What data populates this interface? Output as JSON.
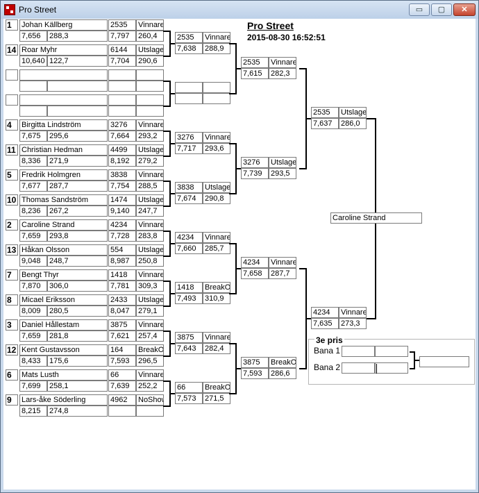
{
  "window": {
    "title": "Pro Street"
  },
  "header": {
    "title": "Pro Street",
    "datetime": "2015-08-30 16:52:51"
  },
  "titlebar_buttons": {
    "minimize": "▭",
    "maximize": "▢",
    "close": "✕"
  },
  "round1": [
    {
      "seed": "1",
      "name": "Johan Källberg",
      "rt": "7,656",
      "speed": "288,3",
      "dial": "2535",
      "result": "Vinnare",
      "et": "7,797",
      "mph": "260,4"
    },
    {
      "seed": "14",
      "name": "Roar Myhr",
      "rt": "10,640",
      "speed": "122,7",
      "dial": "6144",
      "result": "Utslagen",
      "et": "7,704",
      "mph": "290,6"
    },
    {
      "seed": "",
      "name": "",
      "rt": "",
      "speed": "",
      "dial": "",
      "result": "",
      "et": "",
      "mph": ""
    },
    {
      "seed": "",
      "name": "",
      "rt": "",
      "speed": "",
      "dial": "",
      "result": "",
      "et": "",
      "mph": ""
    },
    {
      "seed": "4",
      "name": "Birgitta Lindström",
      "rt": "7,675",
      "speed": "295,6",
      "dial": "3276",
      "result": "Vinnare",
      "et": "7,664",
      "mph": "293,2"
    },
    {
      "seed": "11",
      "name": "Christian Hedman",
      "rt": "8,336",
      "speed": "271,9",
      "dial": "4499",
      "result": "Utslagen",
      "et": "8,192",
      "mph": "279,2"
    },
    {
      "seed": "5",
      "name": "Fredrik Holmgren",
      "rt": "7,677",
      "speed": "287,7",
      "dial": "3838",
      "result": "Vinnare",
      "et": "7,754",
      "mph": "288,5"
    },
    {
      "seed": "10",
      "name": "Thomas Sandström",
      "rt": "8,236",
      "speed": "267,2",
      "dial": "1474",
      "result": "Utslagen",
      "et": "9,140",
      "mph": "247,7"
    },
    {
      "seed": "2",
      "name": "Caroline Strand",
      "rt": "7,659",
      "speed": "293,8",
      "dial": "4234",
      "result": "Vinnare",
      "et": "7,728",
      "mph": "283,8"
    },
    {
      "seed": "13",
      "name": "Håkan Olsson",
      "rt": "9,048",
      "speed": "248,7",
      "dial": "554",
      "result": "Utslagen",
      "et": "8,987",
      "mph": "250,8"
    },
    {
      "seed": "7",
      "name": "Bengt Thyr",
      "rt": "7,870",
      "speed": "306,0",
      "dial": "1418",
      "result": "Vinnare",
      "et": "7,781",
      "mph": "309,3"
    },
    {
      "seed": "8",
      "name": "Micael Eriksson",
      "rt": "8,009",
      "speed": "280,5",
      "dial": "2433",
      "result": "Utslagen",
      "et": "8,047",
      "mph": "279,1"
    },
    {
      "seed": "3",
      "name": "Daniel Hållestam",
      "rt": "7,659",
      "speed": "281,8",
      "dial": "3875",
      "result": "Vinnare",
      "et": "7,621",
      "mph": "257,4"
    },
    {
      "seed": "12",
      "name": "Kent Gustavsson",
      "rt": "8,433",
      "speed": "175,6",
      "dial": "164",
      "result": "BreakOut",
      "et": "7,593",
      "mph": "296,5"
    },
    {
      "seed": "6",
      "name": "Mats Lusth",
      "rt": "7,699",
      "speed": "258,1",
      "dial": "66",
      "result": "Vinnare",
      "et": "7,639",
      "mph": "252,2"
    },
    {
      "seed": "9",
      "name": "Lars-åke Söderling",
      "rt": "8,215",
      "speed": "274,8",
      "dial": "4962",
      "result": "NoShow",
      "et": "",
      "mph": ""
    }
  ],
  "round2": [
    {
      "dial": "2535",
      "result": "Vinnare",
      "et": "7,638",
      "mph": "288,9"
    },
    {
      "dial": "",
      "result": "",
      "et": "",
      "mph": ""
    },
    {
      "dial": "3276",
      "result": "Vinnare",
      "et": "7,717",
      "mph": "293,6"
    },
    {
      "dial": "3838",
      "result": "Utslagen",
      "et": "7,674",
      "mph": "290,8"
    },
    {
      "dial": "4234",
      "result": "Vinnare",
      "et": "7,660",
      "mph": "285,7"
    },
    {
      "dial": "1418",
      "result": "BreakOut",
      "et": "7,493",
      "mph": "310,9"
    },
    {
      "dial": "3875",
      "result": "Vinnare",
      "et": "7,643",
      "mph": "282,4"
    },
    {
      "dial": "66",
      "result": "BreakOut",
      "et": "7,573",
      "mph": "271,5"
    }
  ],
  "round3": [
    {
      "dial": "2535",
      "result": "Vinnare",
      "et": "7,615",
      "mph": "282,3"
    },
    {
      "dial": "3276",
      "result": "Utslagen",
      "et": "7,739",
      "mph": "293,5"
    },
    {
      "dial": "4234",
      "result": "Vinnare",
      "et": "7,658",
      "mph": "287,7"
    },
    {
      "dial": "3875",
      "result": "BreakOut",
      "et": "7,593",
      "mph": "286,6"
    }
  ],
  "round4": [
    {
      "dial": "2535",
      "result": "Utslagen",
      "et": "7,637",
      "mph": "286,0"
    },
    {
      "dial": "4234",
      "result": "Vinnare",
      "et": "7,635",
      "mph": "273,3"
    }
  ],
  "winner": {
    "name": "Caroline Strand"
  },
  "third_prize": {
    "title": "3e pris",
    "lane1_label": "Bana 1",
    "lane2_label": "Bana 2",
    "lane1_a": "",
    "lane1_b": "",
    "lane2_a": "",
    "lane2_b": "",
    "result": ""
  }
}
